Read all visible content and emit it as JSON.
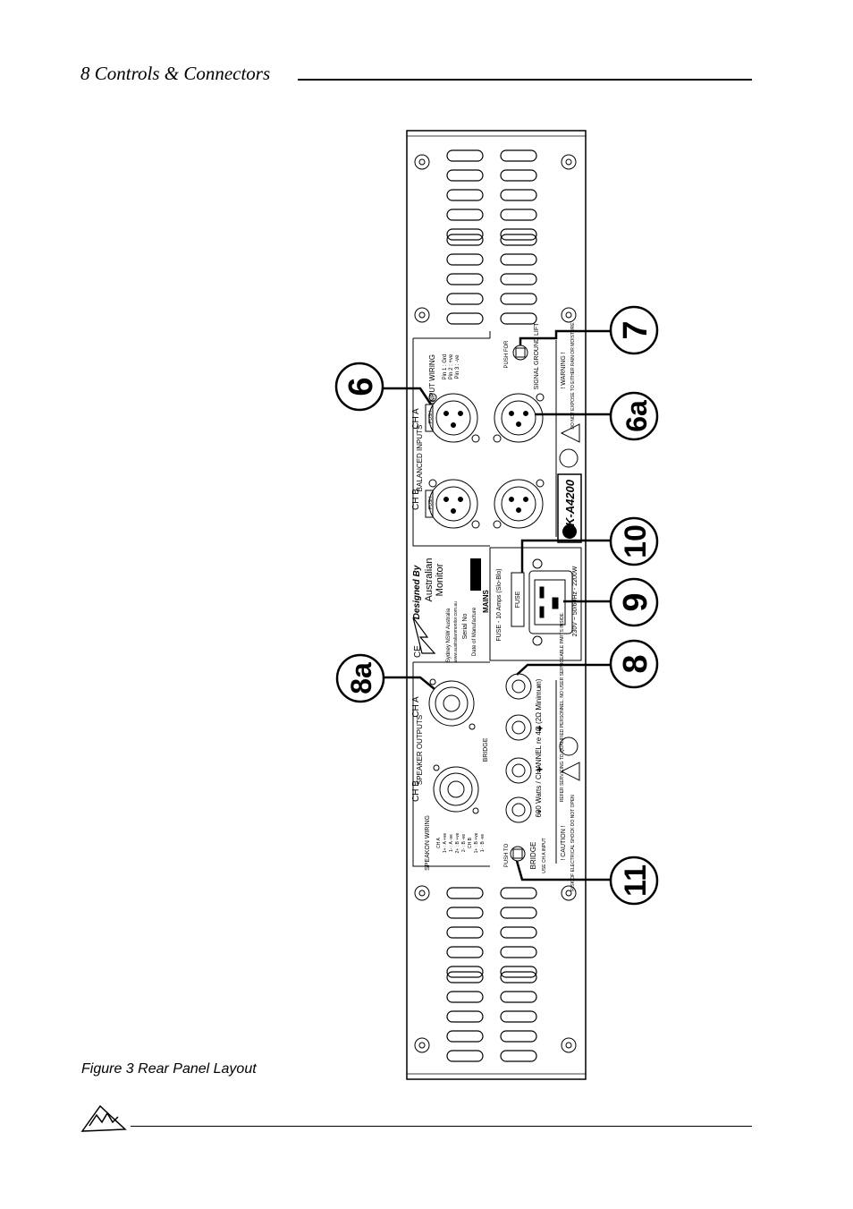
{
  "header": {
    "title": "8  Controls & Connectors"
  },
  "figure": {
    "caption": "Figure 3   Rear Panel Layout"
  },
  "callouts": [
    "6",
    "6a",
    "7",
    "8",
    "8a",
    "9",
    "10",
    "11"
  ],
  "panel": {
    "input_section": {
      "title": "BALANCED INPUTS",
      "ch_a": "CH A",
      "ch_b": "CH B",
      "push": "PUSH",
      "wiring_title": "INPUT WIRING",
      "wiring_lines": [
        "Pin 1 : Grd",
        "Pin 2 : +ve",
        "Pin 3 : -ve"
      ]
    },
    "ground_lift": {
      "push_label": "PUSH FOR",
      "label": "SIGNAL GROUND LIFT"
    },
    "warning": {
      "title": "! WARNING !",
      "text": "DO NOT EXPOSE TO EITHER RAIN OR MOISTURE"
    },
    "logo": {
      "designed_by": "Designed By",
      "brand_line1": "Australian",
      "brand_line2": "Monitor",
      "location": "Sydney NSW Australia",
      "website": "www.australianmonitor.com.au"
    },
    "model": "K-A4200",
    "serial": {
      "serial_label": "Serial No",
      "date_label": "Date of Manufacture"
    },
    "mains": {
      "label": "MAINS",
      "fuse_rating": "FUSE - 10 Amps (Slo-Blo)",
      "fuse_label": "FUSE",
      "voltage": "230V ~ 50/60Hz - 2200W"
    },
    "ce_mark": "CE",
    "speaker_section": {
      "title": "SPEAKER OUTPUTS",
      "ch_a": "CH A",
      "ch_b": "CH B",
      "bridge": "BRIDGE",
      "wiring_title": "SPEAKON WIRING",
      "wiring_lines": [
        "CH A",
        "1+ : A +ve",
        "1- : A -ve",
        "2+ : B +ve",
        "2- : B -ve",
        "CH B",
        "1+ : B +ve",
        "1- : B -ve"
      ],
      "rating": "600 Watts / CHANNEL re 4Ω (2Ω Minimum)",
      "plus": "+",
      "minus": "-"
    },
    "service": {
      "text": "REFER SERVICING TO QUALIFIED PERSONNEL. NO USER SERVICEABLE PARTS INSIDE."
    },
    "caution": {
      "title": "! CAUTION !",
      "text": "RISK OF ELECTRICAL SHOCK DO NOT OPEN"
    },
    "bridge_switch": {
      "push_label": "PUSH TO",
      "label": "BRIDGE",
      "sub": "USE CH A INPUT"
    }
  }
}
